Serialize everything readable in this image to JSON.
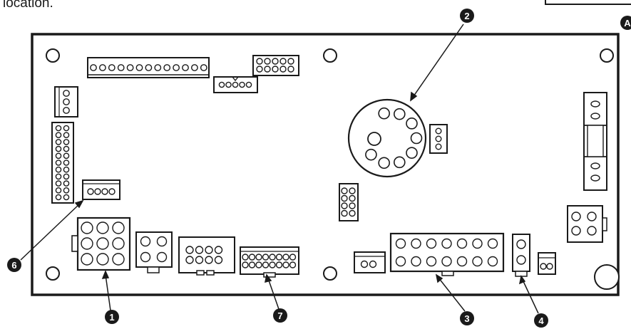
{
  "header": {
    "text": "location."
  },
  "corner_badge": {
    "letter": "A"
  },
  "callouts": [
    {
      "id": "1",
      "label": "1",
      "target": "9-pin connector (bottom left)"
    },
    {
      "id": "2",
      "label": "2",
      "target": "round 9-pin socket"
    },
    {
      "id": "3",
      "label": "3",
      "target": "14-pin connector (bottom)"
    },
    {
      "id": "4",
      "label": "4",
      "target": "2-pin vertical connector"
    },
    {
      "id": "6",
      "label": "6",
      "target": "4-pin connector (left)"
    },
    {
      "id": "7",
      "label": "7",
      "target": "16-pin connector (bottom middle)"
    }
  ],
  "colors": {
    "ink": "#1a1a1a",
    "board": "#ffffff",
    "paper": "#ffffff"
  }
}
